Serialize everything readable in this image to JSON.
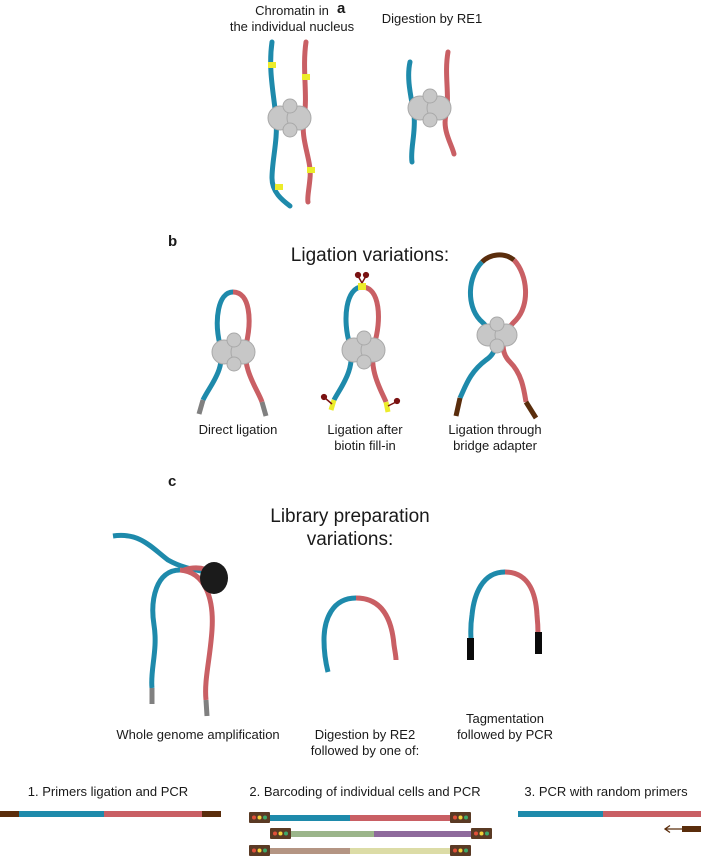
{
  "colors": {
    "blue_strand": "#1e8aab",
    "red_strand": "#c95f64",
    "restriction_site": "#ecec2a",
    "nucleosome": "#c7c7c7",
    "ligation_end": "#808080",
    "bridge_adapter": "#5a2d0c",
    "biotin": "#7a1212",
    "polymerase": "#1b1b1b",
    "tag": "#0a0a0a",
    "barcode_green": "#9bb58a",
    "barcode_purple": "#8e6a9c",
    "barcode_tan": "#b49583",
    "barcode_yellow": "#dcdca6"
  },
  "panel_a": {
    "letter": "a",
    "label_chromatin": "Chromatin in\nthe individual nucleus",
    "label_digestion": "Digestion by RE1"
  },
  "panel_b": {
    "letter": "b",
    "title": "Ligation variations:",
    "label_direct": "Direct ligation",
    "label_biotin": "Ligation after\nbiotin fill-in",
    "label_bridge": "Ligation through\nbridge adapter"
  },
  "panel_c": {
    "letter": "c",
    "title": "Library preparation\nvariations:",
    "label_wga": "Whole genome amplification",
    "label_re2": "Digestion by RE2\nfollowed by one of:",
    "label_tag": "Tagmentation\nfollowed by PCR",
    "option_1": "1. Primers ligation and PCR",
    "option_2": "2. Barcoding of individual cells and PCR",
    "option_3": "3. PCR with random primers"
  }
}
